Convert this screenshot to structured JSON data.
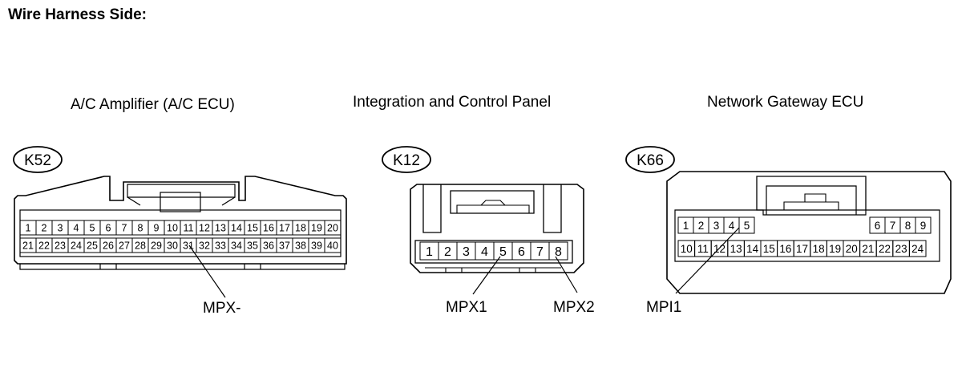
{
  "page": {
    "heading": "Wire Harness Side:"
  },
  "connectors": {
    "k52": {
      "component": "A/C Amplifier (A/C ECU)",
      "id": "K52",
      "row1": [
        "1",
        "2",
        "3",
        "4",
        "5",
        "6",
        "7",
        "8",
        "9",
        "10",
        "11",
        "12",
        "13",
        "14",
        "15",
        "16",
        "17",
        "18",
        "19",
        "20"
      ],
      "row2": [
        "21",
        "22",
        "23",
        "24",
        "25",
        "26",
        "27",
        "28",
        "29",
        "30",
        "31",
        "32",
        "33",
        "34",
        "35",
        "36",
        "37",
        "38",
        "39",
        "40"
      ],
      "callouts": [
        {
          "pin": "31",
          "label": "MPX-"
        }
      ]
    },
    "k12": {
      "component": "Integration and Control Panel",
      "id": "K12",
      "row1": [
        "1",
        "2",
        "3",
        "4",
        "5",
        "6",
        "7",
        "8"
      ],
      "callouts": [
        {
          "pin": "5",
          "label": "MPX1"
        },
        {
          "pin": "8",
          "label": "MPX2"
        }
      ]
    },
    "k66": {
      "component": "Network Gateway ECU",
      "id": "K66",
      "row1_left": [
        "1",
        "2",
        "3",
        "4",
        "5"
      ],
      "row1_right": [
        "6",
        "7",
        "8",
        "9"
      ],
      "row2": [
        "10",
        "11",
        "12",
        "13",
        "14",
        "15",
        "16",
        "17",
        "18",
        "19",
        "20",
        "21",
        "22",
        "23",
        "24"
      ],
      "callouts": [
        {
          "pin": "4",
          "label": "MPI1"
        }
      ]
    }
  }
}
